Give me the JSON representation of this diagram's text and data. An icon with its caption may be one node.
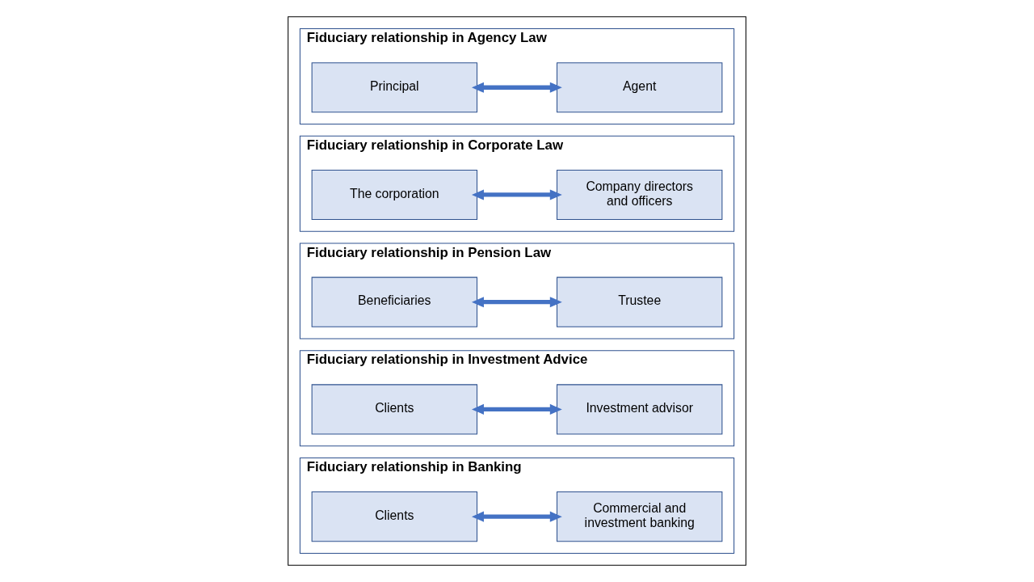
{
  "diagram": {
    "nodes": [
      {
        "text": [],
        "shape": "box"
      },
      {
        "text": [
          "Fiduciary relationship in Agency Law"
        ],
        "in": 0
      },
      {
        "text": [
          "Principal"
        ],
        "in": 1
      },
      {
        "text": [
          "Agent"
        ],
        "in": 1
      },
      {
        "text": [
          "Fiduciary relationship in Corporate Law"
        ],
        "in": 0
      },
      {
        "text": [
          "The corporation"
        ],
        "in": 4
      },
      {
        "text": [
          "Company directors and officers"
        ],
        "in": 4
      },
      {
        "text": [
          "Fiduciary relationship in Pension Law"
        ],
        "in": 0
      },
      {
        "text": [
          "Beneficiaries"
        ],
        "in": 7
      },
      {
        "text": [
          "Trustee"
        ],
        "in": 7
      },
      {
        "text": [
          "Fiduciary relationship in Investment Advice"
        ],
        "in": 0
      },
      {
        "text": [
          "Clients"
        ],
        "in": 10
      },
      {
        "text": [
          "Investment advisor"
        ],
        "in": 10
      },
      {
        "text": [
          "Fiduciary relationship in Banking"
        ],
        "in": 0
      },
      {
        "text": [
          "Clients"
        ],
        "in": 13
      },
      {
        "text": [
          "Commercial and investment banking"
        ],
        "in": 13
      }
    ],
    "edges": [
      {
        "from": 2,
        "to": 3,
        "arrow": "both"
      },
      {
        "from": 5,
        "to": 6,
        "arrow": "both"
      },
      {
        "from": 8,
        "to": 9,
        "arrow": "both"
      },
      {
        "from": 11,
        "to": 12,
        "arrow": "both"
      },
      {
        "from": 14,
        "to": 15,
        "arrow": "both"
      }
    ]
  }
}
